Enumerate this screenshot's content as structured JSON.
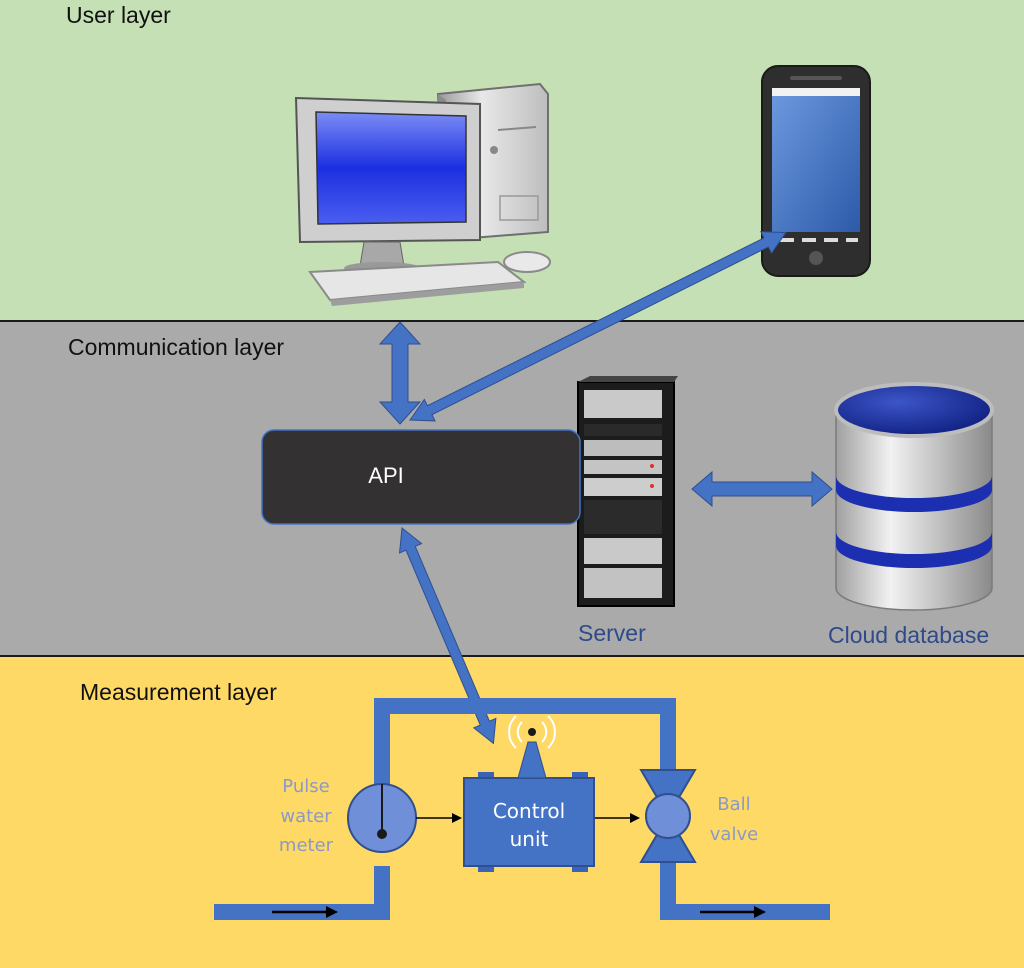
{
  "layers": {
    "user": "User layer",
    "communication": "Communication layer",
    "measurement": "Measurement layer"
  },
  "components": {
    "api": "API",
    "server": "Server",
    "cloud_database": "Cloud database",
    "control_unit": [
      "Control",
      "unit"
    ],
    "pulse_water_meter": [
      "Pulse",
      "water",
      "meter"
    ],
    "ball_valve": [
      "Ball",
      "valve"
    ]
  },
  "colors": {
    "user_layer_bg": "#c5e0b4",
    "communication_layer_bg": "#aaaaaa",
    "measurement_layer_bg": "#ffd966",
    "arrow": "#4472c4",
    "component_fill": "#4472c4",
    "api_box": "#333132",
    "label_blue": "#2f4a8a"
  }
}
